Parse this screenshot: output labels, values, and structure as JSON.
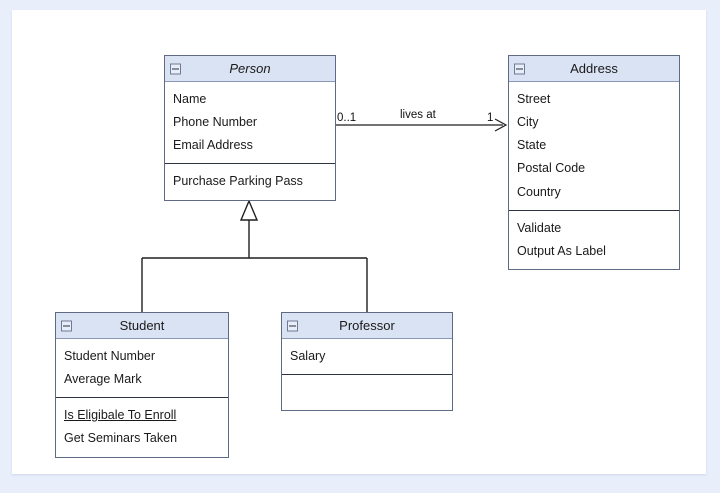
{
  "diagram": {
    "type": "uml-class-diagram",
    "background_color": "#e9eefb",
    "canvas_color": "#ffffff",
    "header_color": "#dae3f3",
    "border_color": "#5f6b84",
    "classes": [
      {
        "id": "person",
        "name": "Person",
        "abstract": true,
        "collapse_icon": "collapse-minus-icon",
        "attributes": [
          "Name",
          "Phone Number",
          "Email Address"
        ],
        "operations": [
          {
            "label": "Purchase Parking Pass",
            "static": false
          }
        ]
      },
      {
        "id": "address",
        "name": "Address",
        "abstract": false,
        "collapse_icon": "collapse-minus-icon",
        "attributes": [
          "Street",
          "City",
          "State",
          "Postal Code",
          "Country"
        ],
        "operations": [
          {
            "label": "Validate",
            "static": false
          },
          {
            "label": "Output As Label",
            "static": false
          }
        ]
      },
      {
        "id": "student",
        "name": "Student",
        "abstract": false,
        "collapse_icon": "collapse-minus-icon",
        "attributes": [
          "Student Number",
          "Average Mark"
        ],
        "operations": [
          {
            "label": "Is Eligibale To Enroll",
            "static": true
          },
          {
            "label": "Get Seminars Taken",
            "static": false
          }
        ]
      },
      {
        "id": "professor",
        "name": "Professor",
        "abstract": false,
        "collapse_icon": "collapse-minus-icon",
        "attributes": [
          "Salary"
        ],
        "operations": []
      }
    ],
    "relationships": [
      {
        "id": "person-lives-at-address",
        "kind": "association",
        "label": "lives at",
        "source": "person",
        "target": "address",
        "source_multiplicity": "0..1",
        "target_multiplicity": "1",
        "arrowhead": "open"
      },
      {
        "id": "student-generalizes-person",
        "kind": "generalization",
        "source": "student",
        "target": "person",
        "arrowhead": "hollow-triangle"
      },
      {
        "id": "professor-generalizes-person",
        "kind": "generalization",
        "source": "professor",
        "target": "person",
        "arrowhead": "hollow-triangle"
      }
    ]
  }
}
